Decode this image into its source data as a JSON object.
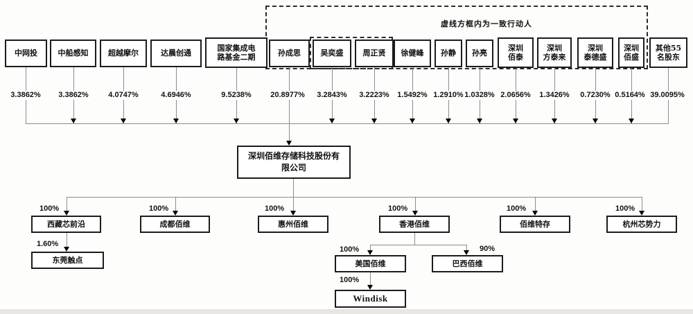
{
  "annotation": "虚线方框内为一致行动人",
  "shareholders": [
    {
      "label": "中网投",
      "percent": "3.3862%"
    },
    {
      "label": "中船感知",
      "percent": "3.3862%"
    },
    {
      "label": "超越摩尔",
      "percent": "4.0747%"
    },
    {
      "label": "达晨创通",
      "percent": "4.6946%"
    },
    {
      "label": "国家集成电\n路基金二期",
      "percent": "9.5238%"
    },
    {
      "label": "孙成思",
      "percent": "20.8977%"
    },
    {
      "label": "吴奕盛",
      "percent": "3.2843%"
    },
    {
      "label": "周正贤",
      "percent": "3.2223%"
    },
    {
      "label": "徐健峰",
      "percent": "1.5492%"
    },
    {
      "label": "孙静",
      "percent": "1.2910%"
    },
    {
      "label": "孙亮",
      "percent": "1.0328%"
    },
    {
      "label": "深圳\n佰泰",
      "percent": "2.0656%"
    },
    {
      "label": "深圳\n方泰来",
      "percent": "1.3426%"
    },
    {
      "label": "深圳\n泰德盛",
      "percent": "0.7230%"
    },
    {
      "label": "深圳\n佰盛",
      "percent": "0.5164%"
    },
    {
      "label": "其他55\n名股东",
      "percent": "39.0095%"
    }
  ],
  "company": {
    "name": "深圳佰维存储科技股份有\n限公司"
  },
  "subsidiaries": {
    "level2": [
      {
        "label": "西藏芯前沿",
        "percent": "100%"
      },
      {
        "label": "成都佰维",
        "percent": "100%"
      },
      {
        "label": "惠州佰维",
        "percent": "100%"
      },
      {
        "label": "香港佰维",
        "percent": "100%"
      },
      {
        "label": "佰维特存",
        "percent": "100%"
      },
      {
        "label": "杭州芯势力",
        "percent": "100%"
      }
    ],
    "level3": [
      {
        "label": "东莞触点",
        "percent": "1.60%"
      },
      {
        "label": "美国佰维",
        "percent": "100%"
      },
      {
        "label": "巴西佰维",
        "percent": "90%"
      }
    ],
    "level4": [
      {
        "label": "Windisk",
        "percent": "100%"
      }
    ]
  }
}
